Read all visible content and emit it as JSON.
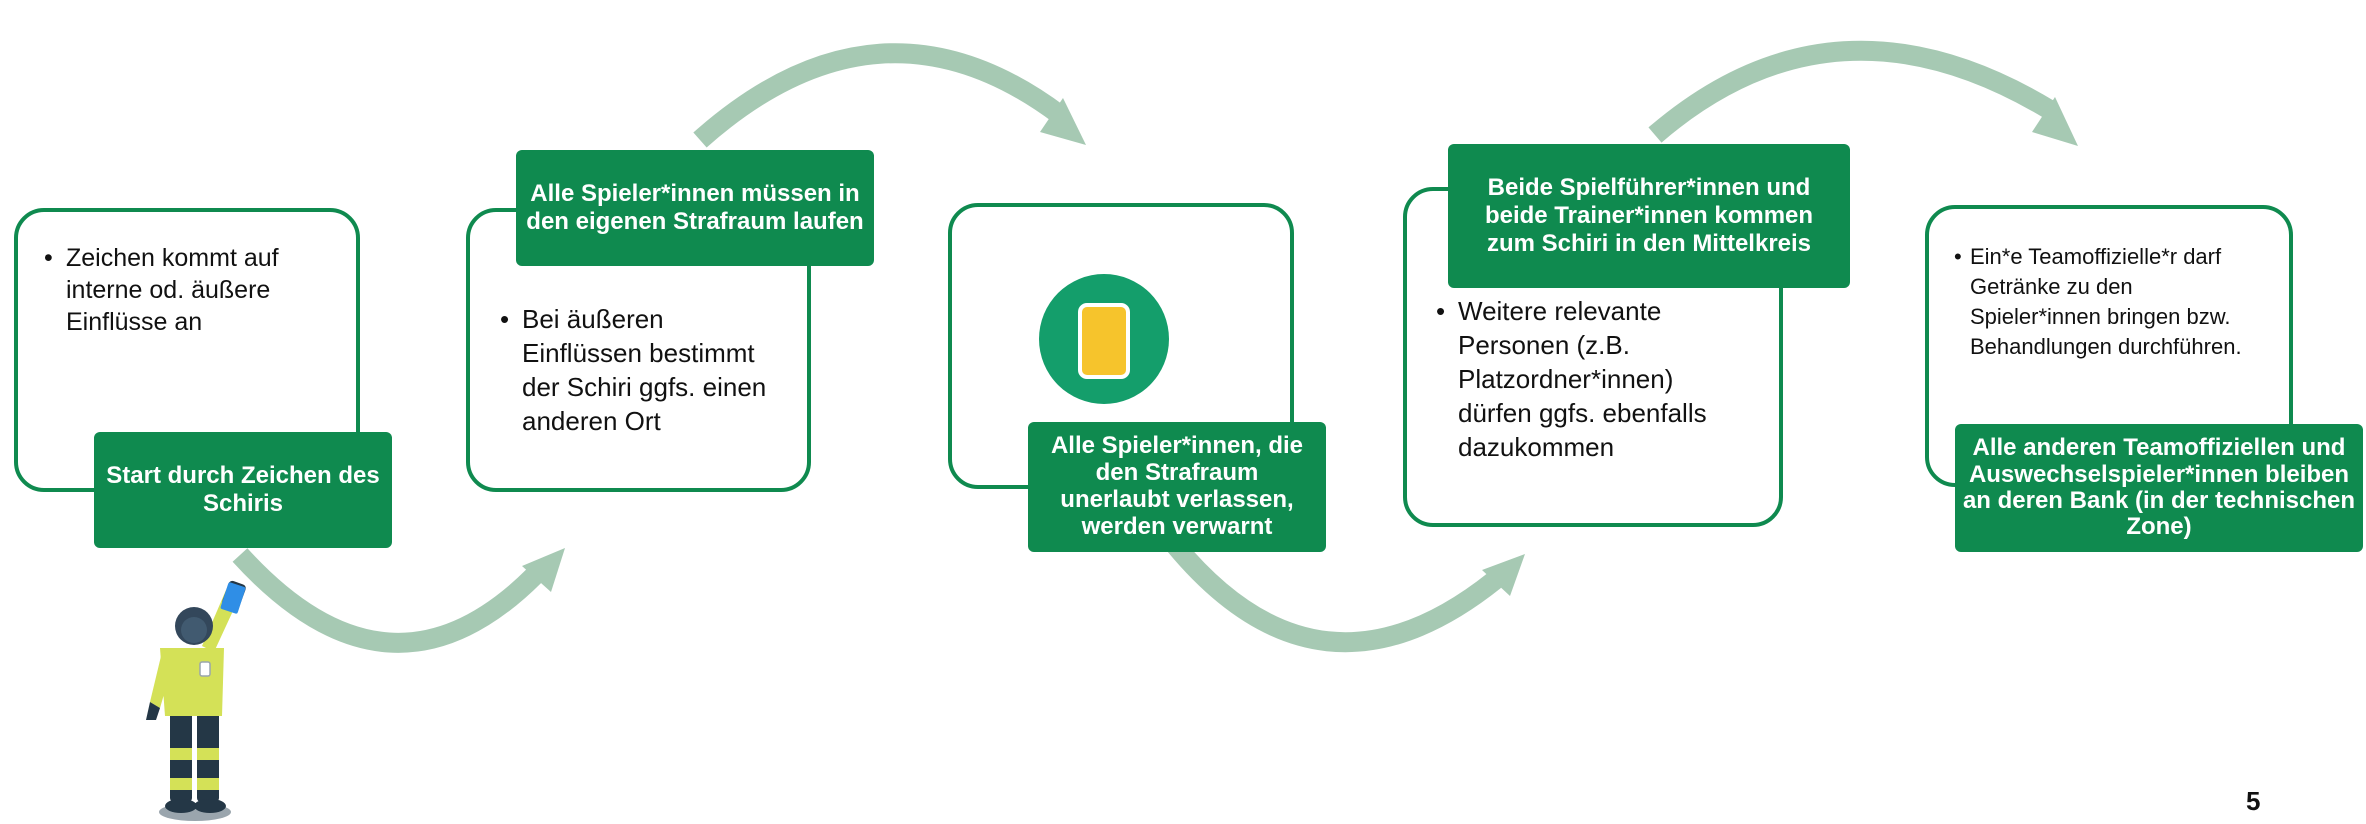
{
  "steps": [
    {
      "bullet": "Zeichen kommt auf interne od. äußere Einflüsse an",
      "label": "Start durch Zeichen des Schiris"
    },
    {
      "label": "Alle Spieler*innen müssen in den eigenen Strafraum laufen",
      "bullet": "Bei äußeren Einflüssen bestimmt der Schiri ggfs. einen anderen Ort"
    },
    {
      "icon": "yellow-card-icon",
      "label": "Alle Spieler*innen, die den Strafraum unerlaubt verlassen, werden verwarnt"
    },
    {
      "label": "Beide Spielführer*innen und beide Trainer*innen kommen zum Schiri in den Mittelkreis",
      "bullet": "Weitere relevante Personen (z.B. Platzordner*innen) dürfen ggfs. ebenfalls dazukommen"
    },
    {
      "bullet": "Ein*e Teamoffizielle*r darf Getränke zu den Spieler*innen bringen bzw. Behandlungen durchführen.",
      "label": "Alle anderen Teamoffiziellen und Auswechselspieler*innen bleiben an deren Bank (in der technischen Zone)"
    }
  ],
  "page_number": "5",
  "colors": {
    "card_border": "#0f8a4f",
    "label_fill": "#0f8a4f",
    "arrow": "#a6c9b3",
    "yellow_card": "#f6c42c",
    "card_circle": "#149e6b"
  },
  "illustration": "referee-holding-card-icon"
}
